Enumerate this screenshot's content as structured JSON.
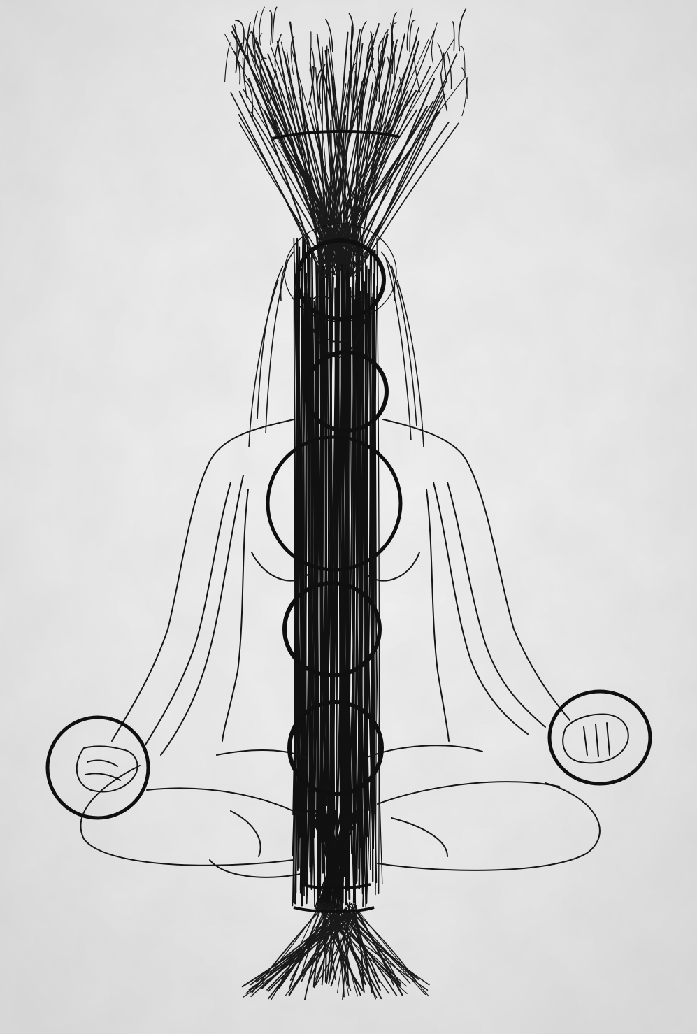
{
  "artwork": {
    "subject": "meditating-figure",
    "medium": "ink-on-paper",
    "paper_color": "#e9e9e9",
    "ink_color": "#111111",
    "hand_spheres": 2
  }
}
